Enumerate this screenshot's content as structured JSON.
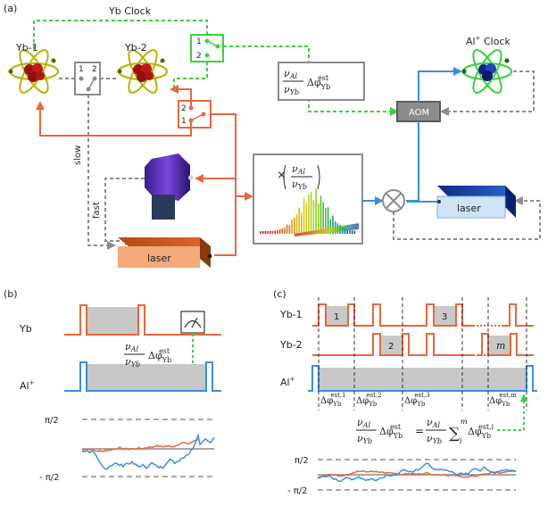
{
  "panels": {
    "a": "(a)",
    "b": "(b)",
    "c": "(c)"
  },
  "a": {
    "yb_clock": "Yb Clock",
    "yb1": "Yb-1",
    "yb2": "Yb-2",
    "al_clock": "Al",
    "al_clock_sup": "+",
    "al_clock_rest": " Clock",
    "switch_top_1": "1",
    "switch_top_2": "2",
    "switch_mid_1": "1",
    "switch_mid_2": "2",
    "switch_right_1": "2",
    "switch_right_2": "1",
    "ratio": {
      "num": "ν",
      "num_sub": "Al",
      "den": "ν",
      "den_sub": "Yb",
      "phi": "Δφ",
      "phi_sup": "est",
      "phi_sub": "Yb"
    },
    "multiply": {
      "times": "×",
      "num": "ν",
      "num_sub": "Al",
      "den": "ν",
      "den_sub": "Yb"
    },
    "aom": "AOM",
    "laser_left": "laser",
    "laser_right": "laser",
    "slow": "slow",
    "fast": "fast"
  },
  "b": {
    "yb": "Yb",
    "al": "Al",
    "al_sup": "+",
    "ratio": {
      "num": "ν",
      "num_sub": "Al",
      "den": "ν",
      "den_sub": "Yb",
      "phi": "Δφ",
      "phi_sup": "est",
      "phi_sub": "Yb"
    },
    "pos_pi": "π/2",
    "neg_pi": "- π/2"
  },
  "c": {
    "yb1": "Yb-1",
    "yb2": "Yb-2",
    "al": "Al",
    "al_sup": "+",
    "boxes": [
      "1",
      "3",
      "2",
      "m"
    ],
    "deltas": [
      {
        "phi": "Δφ",
        "sup": "est,1",
        "sub": "Yb"
      },
      {
        "phi": "Δφ",
        "sup": "est,2",
        "sub": "Yb"
      },
      {
        "phi": "Δφ",
        "sup": "est,3",
        "sub": "Yb"
      },
      {
        "phi": "Δφ",
        "sup": "est,m",
        "sub": "Yb"
      }
    ],
    "equation": {
      "lhs_num": "ν",
      "lhs_num_sub": "Al",
      "lhs_den": "ν",
      "lhs_den_sub": "Yb",
      "lhs_phi": "Δφ",
      "lhs_sup": "est",
      "lhs_sub": "Yb",
      "eq": "=",
      "sum": "∑",
      "sum_top": "m",
      "sum_bot": "i",
      "rhs_phi": "Δφ",
      "rhs_sup": "est,i",
      "rhs_sub": "Yb"
    },
    "pos_pi": "π/2",
    "neg_pi": "- π/2"
  },
  "colors": {
    "orange": "#e8673a",
    "blue": "#3a8fdc",
    "green": "#3ad13a",
    "gray": "#8c8c8c",
    "boxgray": "#c8c8c8"
  }
}
